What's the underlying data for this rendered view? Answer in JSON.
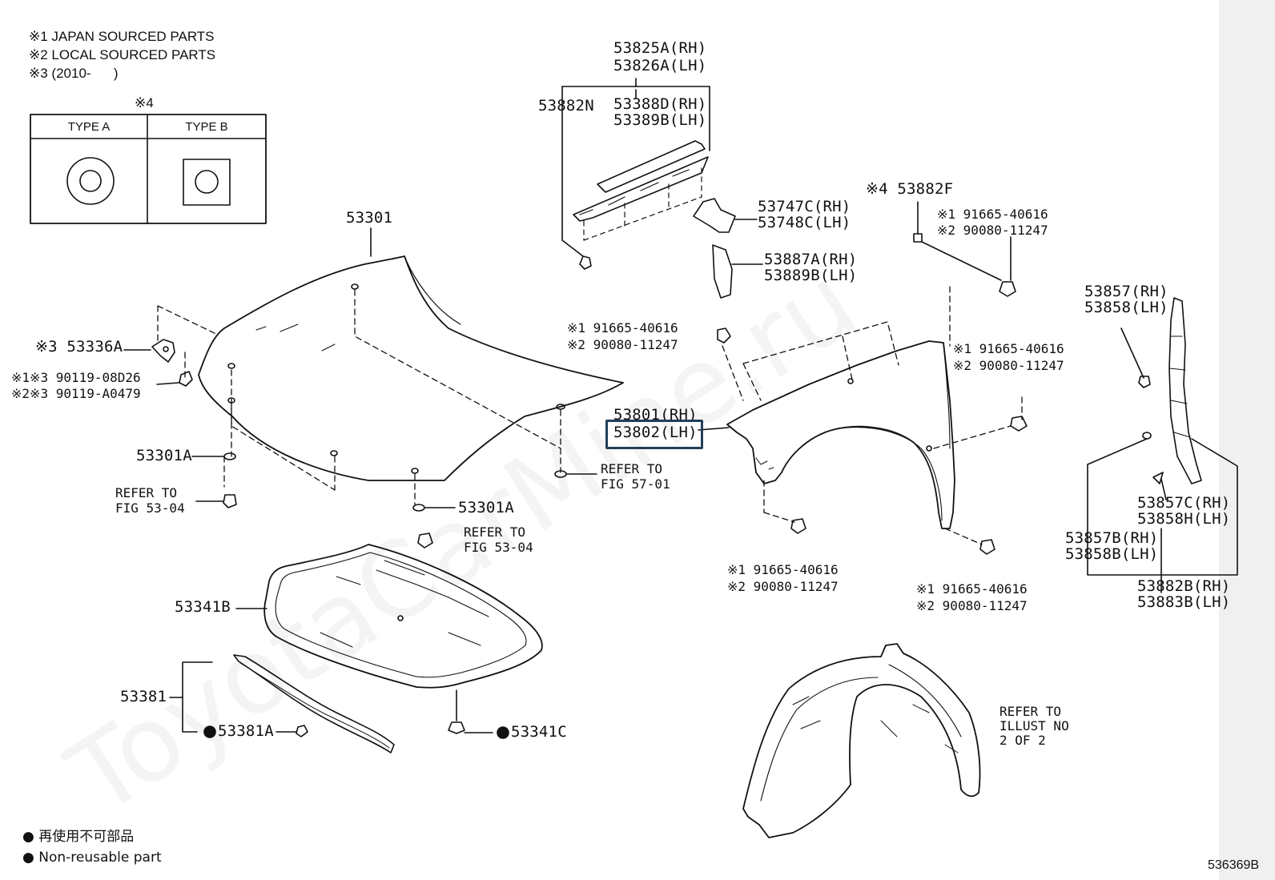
{
  "notes": [
    "※1 JAPAN SOURCED PARTS",
    "※2 LOCAL SOURCED PARTS",
    "※3 (2010-      )"
  ],
  "type_table": {
    "marker": "※4",
    "type_a": "TYPE A",
    "type_b": "TYPE B"
  },
  "watermark": "ToyotaCarMine.ru",
  "callouts": {
    "hood": "53301",
    "hood_hinge": "※3 53336A",
    "hood_bolt_1": "※1※3 90119-08D26",
    "hood_bolt_2": "※2※3 90119-A0479",
    "hood_cushion_left": "53301A",
    "hood_cushion_right": "53301A",
    "refer_fig_53_04_left": "REFER TO\nFIG 53-04",
    "refer_fig_53_04_right": "REFER TO\nFIG 53-04",
    "refer_fig_57_01": "REFER TO\nFIG 57-01",
    "hood_insulator": "53341B",
    "hood_seal": "53381",
    "hood_seal_clip": "53381A",
    "insulator_clip": "53341C",
    "cowl_seal_rh": "53825A(RH)",
    "cowl_seal_lh": "53826A(LH)",
    "seal_clip": "53882N",
    "seal_retainer_rh": "53388D(RH)",
    "seal_retainer_lh": "53389B(LH)",
    "fender_bracket_rh": "53747C(RH)",
    "fender_bracket_lh": "53748C(LH)",
    "fender_liner_rh": "53887A(RH)",
    "fender_liner_lh": "53889B(LH)",
    "fender_nut": "※4 53882F",
    "bolt_top_1": "※1 91665-40616",
    "bolt_top_2": "※2 90080-11247",
    "bolt_left_1": "※1 91665-40616",
    "bolt_left_2": "※2 90080-11247",
    "bolt_right_1": "※1 91665-40616",
    "bolt_right_2": "※2 90080-11247",
    "bolt_bottom_left_1": "※1 91665-40616",
    "bolt_bottom_left_2": "※2 90080-11247",
    "bolt_bottom_right_1": "※1 91665-40616",
    "bolt_bottom_right_2": "※2 90080-11247",
    "fender_rh": "53801(RH)",
    "fender_lh": "53802(LH)",
    "fender_seal_rh": "53857(RH)",
    "fender_seal_lh": "53858(LH)",
    "seal_c_rh": "53857C(RH)",
    "seal_c_lh": "53858H(LH)",
    "seal_b_rh": "53857B(RH)",
    "seal_b_lh": "53858B(LH)",
    "clip_rh": "53882B(RH)",
    "clip_lh": "53883B(LH)",
    "refer_illust": "REFER TO\nILLUST NO\n2 OF 2"
  },
  "legend": {
    "jp": "● 再使用不可部品",
    "en": "● Non-reusable part"
  },
  "doc_id": "536369B"
}
